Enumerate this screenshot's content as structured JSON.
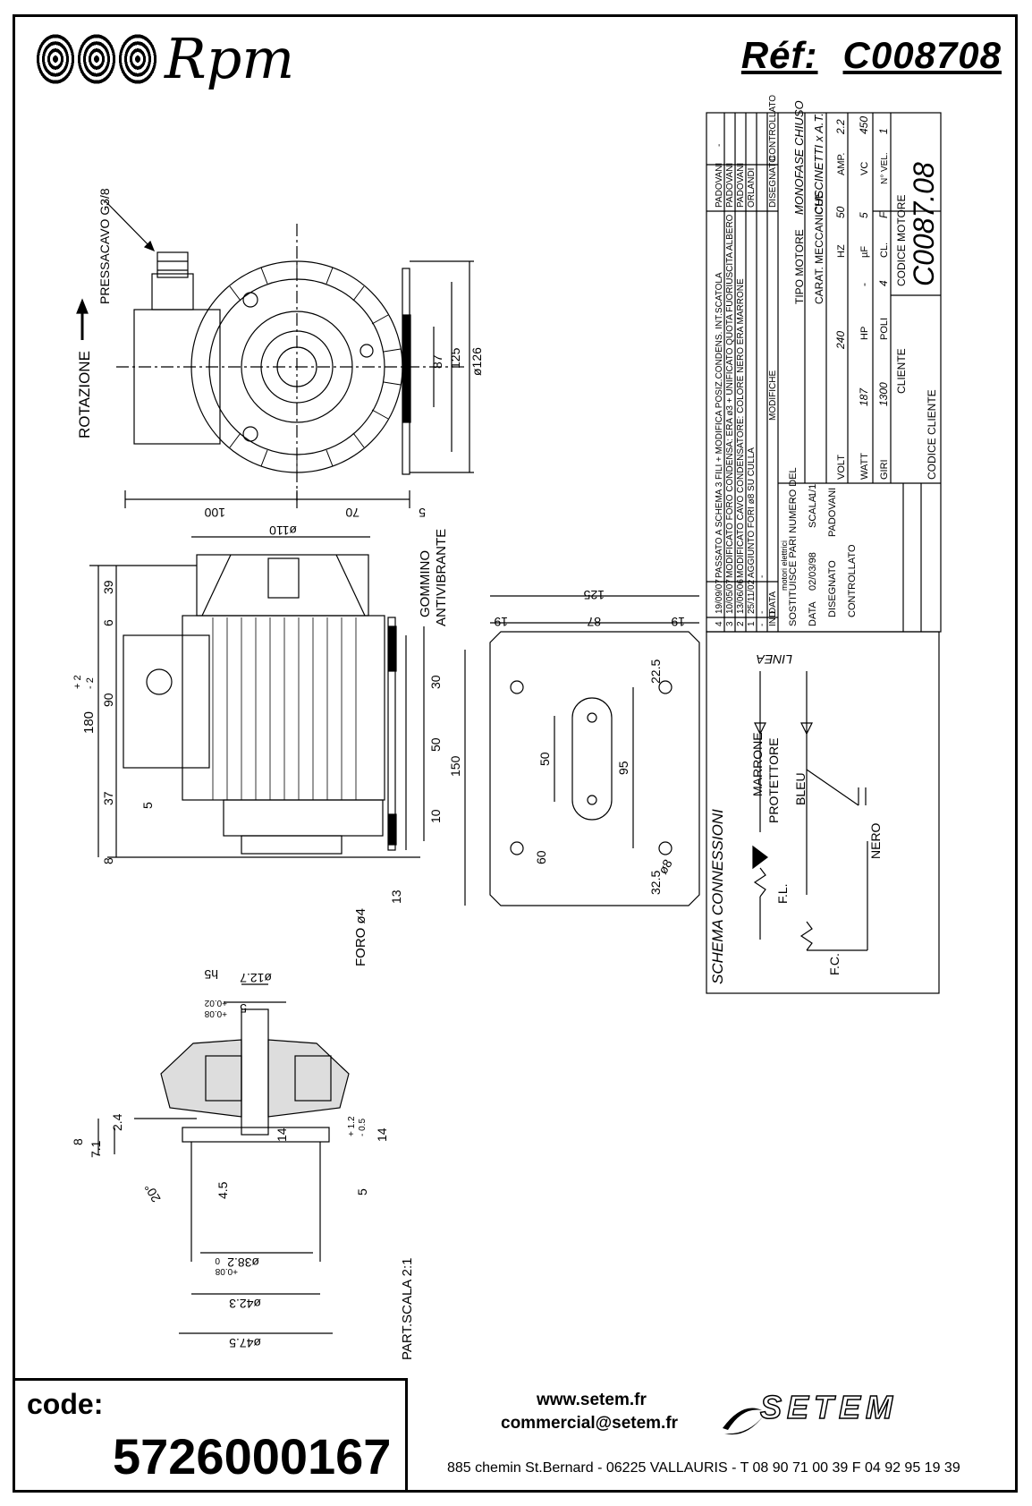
{
  "header": {
    "logo_text": "Rpm",
    "ref_label": "Réf:",
    "ref_value": "C008708"
  },
  "drawing_labels": {
    "pressacavo": "PRESSACAVO G3/8",
    "rotazione": "ROTAZIONE",
    "gommino": "GOMMINO",
    "antivibrante": "ANTIVIBRANTE",
    "foro": "FORO ø4",
    "part_scala": "PART.SCALA 2:1",
    "dims_front": [
      "100",
      "70",
      "5",
      "87",
      "125",
      "ø126"
    ],
    "dims_side": [
      "ø110",
      "39",
      "6",
      "90",
      "37",
      "8",
      "180",
      "+ 2",
      "- 2",
      "5",
      "30",
      "50",
      "10",
      "13"
    ],
    "dims_plate": [
      "125",
      "19",
      "87",
      "19",
      "22.5",
      "50",
      "95",
      "150",
      "60",
      "32.5",
      "ø8"
    ],
    "dims_detail": [
      "ø12.7",
      "h5",
      "5",
      "+0.02",
      "+0.08",
      "8",
      "7.1",
      "2.4",
      "14",
      "+ 1.2",
      "- 0.5",
      "14",
      "4.5",
      "5",
      "20°",
      "ø38.2",
      "0",
      "+0.08",
      "ø42.3",
      "ø47.5"
    ]
  },
  "schema": {
    "title": "SCHEMA CONNESSIONI",
    "linea": "LINEA",
    "marrone": "MARRONE",
    "protettore": "PROTETTORE",
    "bleu": "BLEU",
    "nero": "NERO",
    "fl": "F.L.",
    "fc": "F.C."
  },
  "title_block": {
    "revisions": [
      {
        "ind": "4",
        "data": "19/09/07",
        "modifiche": "PASSATO A SCHEMA 3 FILI + MODIFICA POSIZ.CONDENS. INT.SCATOLA",
        "disegnato": "PADOVANI",
        "controllato": "-"
      },
      {
        "ind": "3",
        "data": "10/05/07",
        "modifiche": "MODIFICATO FORO CONDENSA: ERA ø3 + UNIFICATO QUOTA FUORIUSCITA ALBERO",
        "disegnato": "PADOVANI",
        "controllato": ""
      },
      {
        "ind": "2",
        "data": "13/06/06",
        "modifiche": "MODIFICATO CAVO CONDENSATORE: COLORE NERO ERA MARRONE",
        "disegnato": "PADOVANI",
        "controllato": ""
      },
      {
        "ind": "1",
        "data": "25/11/02",
        "modifiche": "AGGIUNTO FORI ø8 SU CULLA",
        "disegnato": "ORLANDI",
        "controllato": ""
      },
      {
        "ind": "-",
        "data": "-",
        "modifiche": "-",
        "disegnato": "",
        "controllato": ""
      }
    ],
    "headers": {
      "ind": "IND",
      "data": "DATA",
      "modifiche": "MODIFICHE",
      "disegnato": "DISEGNATO",
      "controllato": "CONTROLLATO"
    },
    "company_line": "motori elettrici",
    "sostituisce": "SOSTITUISCE PARI NUMERO DEL",
    "sostituisce_val": "-",
    "data_label": "DATA",
    "data_val": "02/03/98",
    "scala_label": "SCALA",
    "scala_val": "1/1",
    "disegnato_label": "DISEGNATO",
    "disegnato_val": "PADOVANI",
    "controllato_label": "CONTROLLATO",
    "tipo_motore_label": "TIPO MOTORE",
    "tipo_motore_val": "MONOFASE CHIUSO",
    "carat_label": "CARAT. MECCANICHE",
    "carat_val": "CUSCINETTI x A.T.",
    "volt_label": "VOLT",
    "volt_val": "240",
    "hz_label": "HZ",
    "hz_val": "50",
    "amp_label": "AMP.",
    "amp_val": "2.2",
    "watt_label": "WATT",
    "watt_val": "187",
    "hp_label": "HP",
    "hp_val": "-",
    "uf_label": "µF",
    "uf_val": "5",
    "vc_label": "VC",
    "vc_val": "450",
    "giri_label": "GIRI",
    "giri_val": "1300",
    "poli_label": "POLI",
    "poli_val": "4",
    "cl_label": "CL.",
    "cl_val": "F",
    "vel_label": "N° VEL.",
    "vel_val": "1",
    "cliente_label": "CLIENTE",
    "codice_motore_label": "CODICE MOTORE",
    "codice_motore_val": "C0087.08",
    "codice_cliente_label": "CODICE CLIENTE"
  },
  "footer": {
    "code_label": "code:",
    "code_value": "5726000167",
    "web": "www.setem.fr",
    "mail": "commercial@setem.fr",
    "address": "885 chemin St.Bernard  -  06225 VALLAURIS  -  T 08 90 71 00 39   F 04 92 95 19 39",
    "brand": "SETEM"
  }
}
